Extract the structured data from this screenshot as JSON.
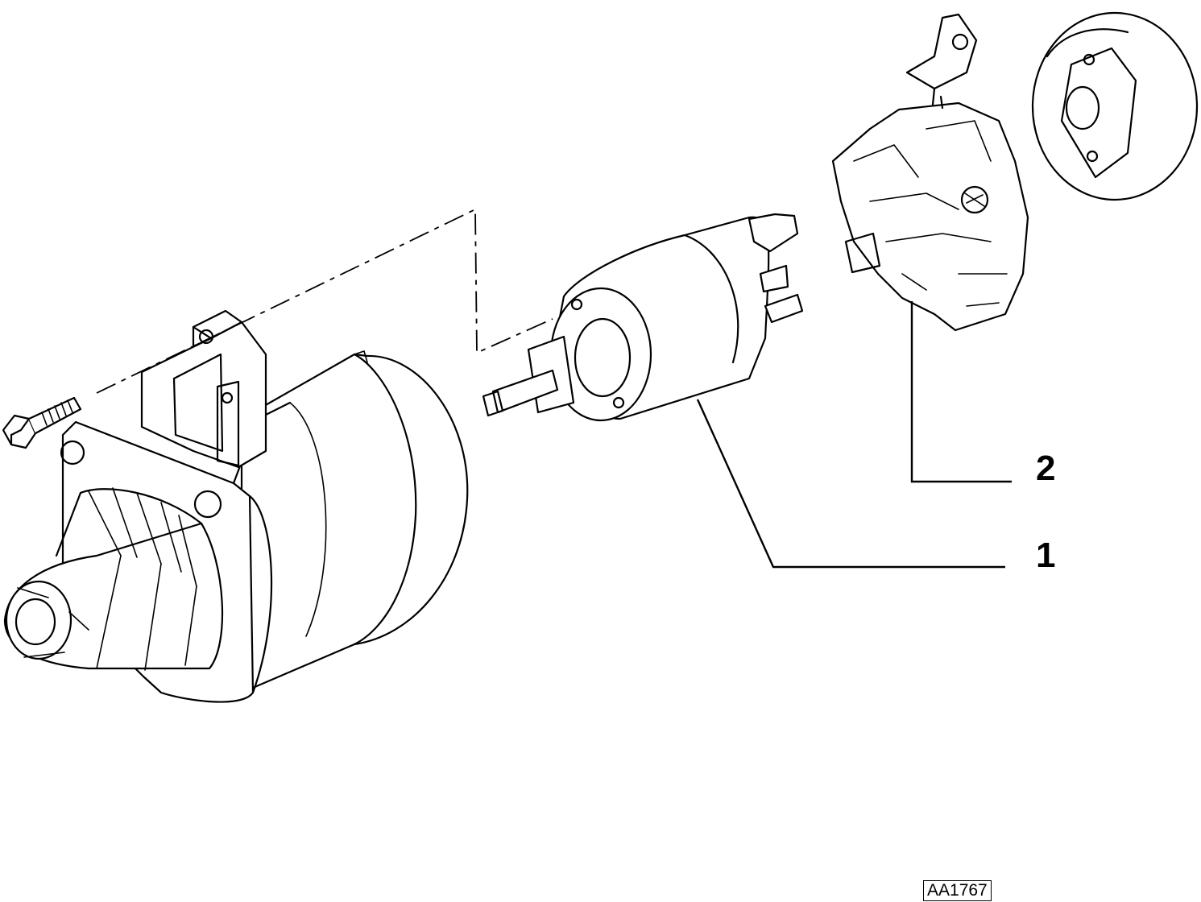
{
  "callouts": [
    {
      "id": "solenoid",
      "label": "1"
    },
    {
      "id": "brush-holder",
      "label": "2"
    }
  ],
  "reference_code": "AA1767"
}
